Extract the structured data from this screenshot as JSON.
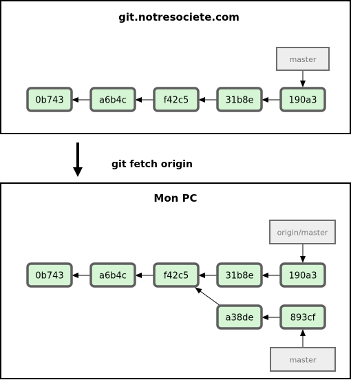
{
  "remote": {
    "title": "git.notresociete.com",
    "commits": [
      "0b743",
      "a6b4c",
      "f42c5",
      "31b8e",
      "190a3"
    ],
    "branch": "master"
  },
  "action": "git fetch origin",
  "local": {
    "title": "Mon PC",
    "commits": [
      "0b743",
      "a6b4c",
      "f42c5",
      "31b8e",
      "190a3",
      "a38de",
      "893cf"
    ],
    "remote_branch": "origin/master",
    "branch": "master"
  }
}
